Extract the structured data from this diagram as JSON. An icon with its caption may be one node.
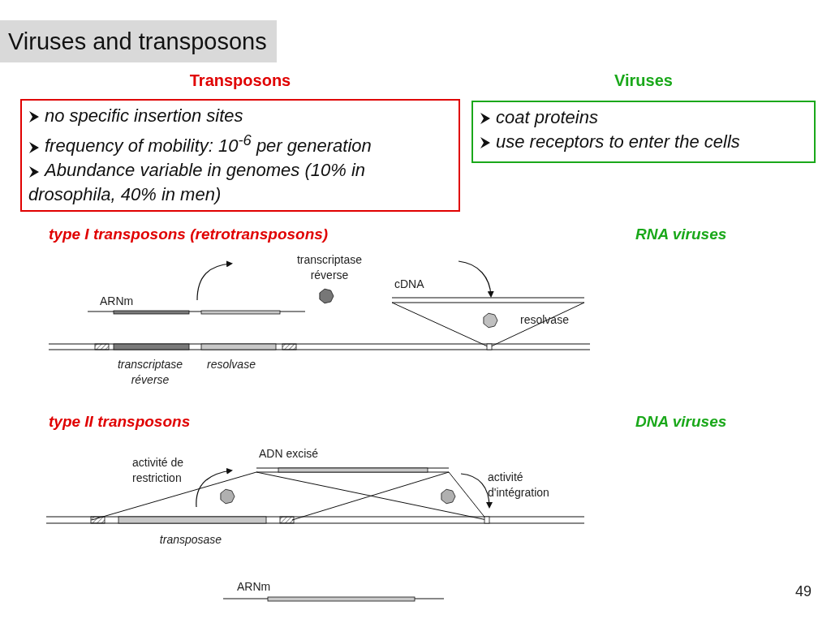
{
  "diagram": {
    "title": "Viruses and transposons",
    "nodes": [
      {
        "text": [
          "Transposons",
          "no specific insertion sites",
          "frequency of mobility: 10$^{-6}$ per generation",
          "Abundance variable in genomes (10% in drosophila, 40% in men)"
        ]
      },
      {
        "text": [
          "Viruses",
          "coat proteins",
          "use receptors to enter the cells"
        ]
      }
    ],
    "labels": [
      "type I transposons (retrotransposons)",
      "RNA viruses",
      "transcriptase réverse",
      "cDNA",
      "ARNm",
      "resolvase",
      "transcriptase réverse",
      "resolvase",
      "type II transposons",
      "DNA viruses",
      "ADN excisé",
      "activité de restriction",
      "activité d'intégration",
      "transposase",
      "ARNm",
      "49"
    ]
  }
}
